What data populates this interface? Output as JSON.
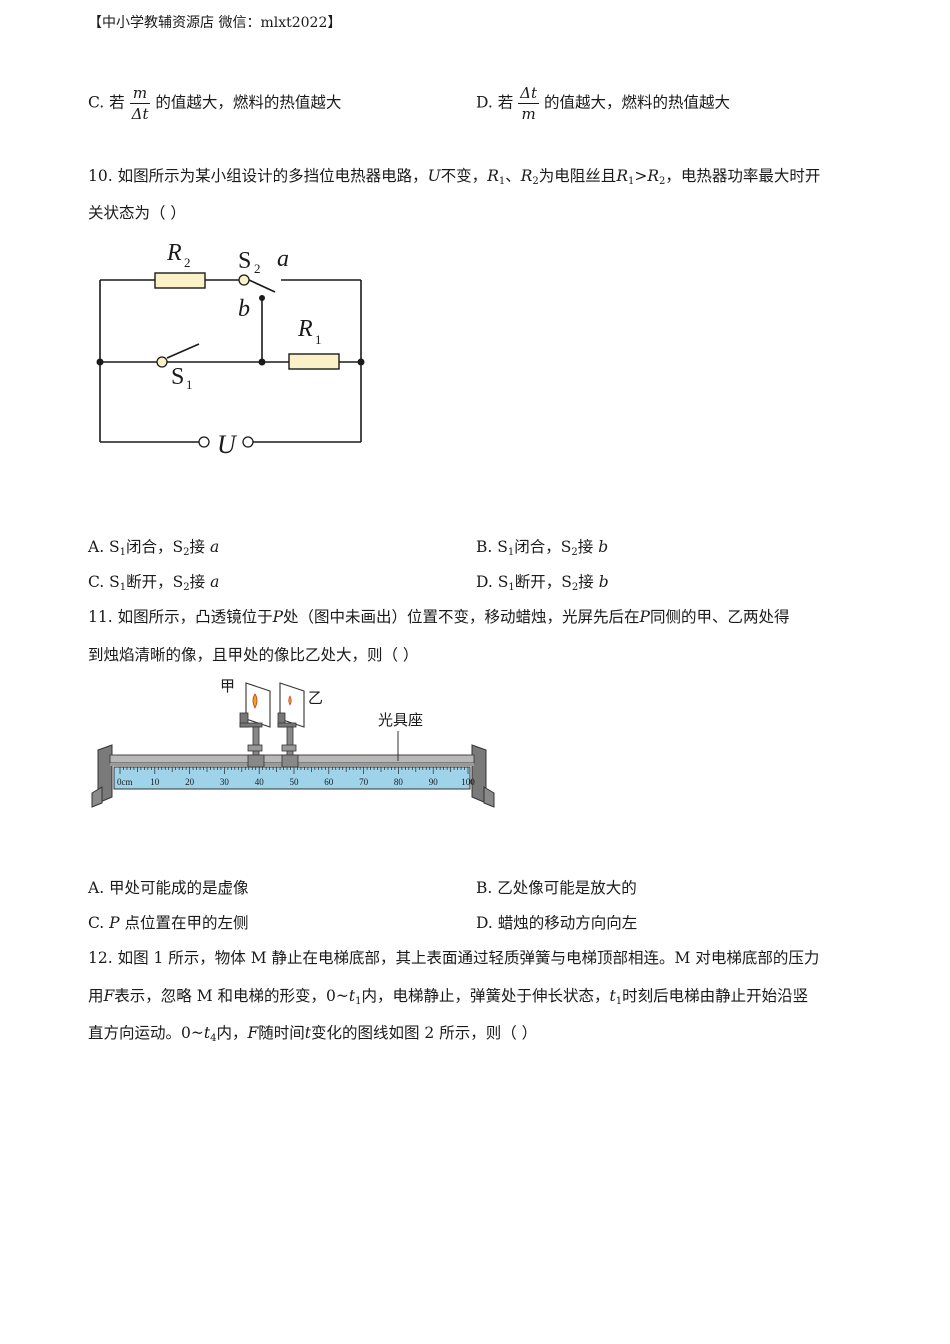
{
  "header": {
    "banner": "【中小学教辅资源店  微信：mlxt2022】"
  },
  "q9": {
    "optC": {
      "label": "C. 若",
      "num": "m",
      "den": "Δt",
      "text": "的值越大，燃料的热值越大"
    },
    "optD": {
      "label": "D. 若",
      "num": "Δt",
      "den": "m",
      "text": "的值越大，燃料的热值越大"
    }
  },
  "q10": {
    "line1_a": "10. 如图所示为某小组设计的多挡位电热器电路，",
    "U": "U",
    "line1_b": "不变，",
    "R": "R",
    "s1": "1",
    "sep": "、",
    "s2": "2",
    "line1_c": "为电阻丝且",
    "gt": ">",
    "line1_d": "，电热器功率最大时开",
    "line2": "关状态为（        ）",
    "circuit": {
      "R2": "R",
      "R2sub": "2",
      "S2": "S",
      "S2sub": "2",
      "a": "a",
      "b": "b",
      "R1": "R",
      "R1sub": "1",
      "S1": "S",
      "S1sub": "1",
      "U": "U"
    },
    "options": [
      {
        "pre": "A. S",
        "sub": "1",
        "mid": "闭合，S",
        "sub2": "2",
        "post": "接",
        "var": "a"
      },
      {
        "pre": "B. S",
        "sub": "1",
        "mid": "闭合，S",
        "sub2": "2",
        "post": "接",
        "var": "b"
      },
      {
        "pre": "C. S",
        "sub": "1",
        "mid": "断开，S",
        "sub2": "2",
        "post": "接",
        "var": "a"
      },
      {
        "pre": "D. S",
        "sub": "1",
        "mid": "断开，S",
        "sub2": "2",
        "post": "接",
        "var": "b"
      }
    ]
  },
  "q11": {
    "line1_a": "11. 如图所示，凸透镜位于",
    "P": "P",
    "line1_b": "处（图中未画出）位置不变，移动蜡烛，光屏先后在",
    "line1_c": "同侧的甲、乙两处得",
    "line2": "到烛焰清晰的像，且甲处的像比乙处大，则（        ）",
    "bench": {
      "jia": "甲",
      "yi": "乙",
      "base": "光具座",
      "ticks": [
        "0cm",
        "10",
        "20",
        "30",
        "40",
        "50",
        "60",
        "70",
        "80",
        "90",
        "100"
      ]
    },
    "optA": "A. 甲处可能成的是虚像",
    "optB": "B. 乙处像可能是放大的",
    "optC_pre": "C. ",
    "optC_var": "P",
    "optC_post": " 点位置在甲的左侧",
    "optD": "D. 蜡烛的移动方向向左"
  },
  "q12": {
    "line1": "12. 如图 1 所示，物体 M 静止在电梯底部，其上表面通过轻质弹簧与电梯顶部相连。M 对电梯底部的压力",
    "line2_a": "用",
    "F": "F",
    "line2_b": "表示，忽略 M 和电梯的形变，0~",
    "t": "t",
    "sub1": "1",
    "line2_c": "内，电梯静止，弹簧处于伸长状态，",
    "line2_d": "时刻后电梯由静止开始沿竖",
    "line3_a": "直方向运动。0~",
    "sub4": "4",
    "line3_b": "内，",
    "line3_c": "随时间",
    "line3_d": "变化的图线如图 2 所示，则（        ）"
  }
}
